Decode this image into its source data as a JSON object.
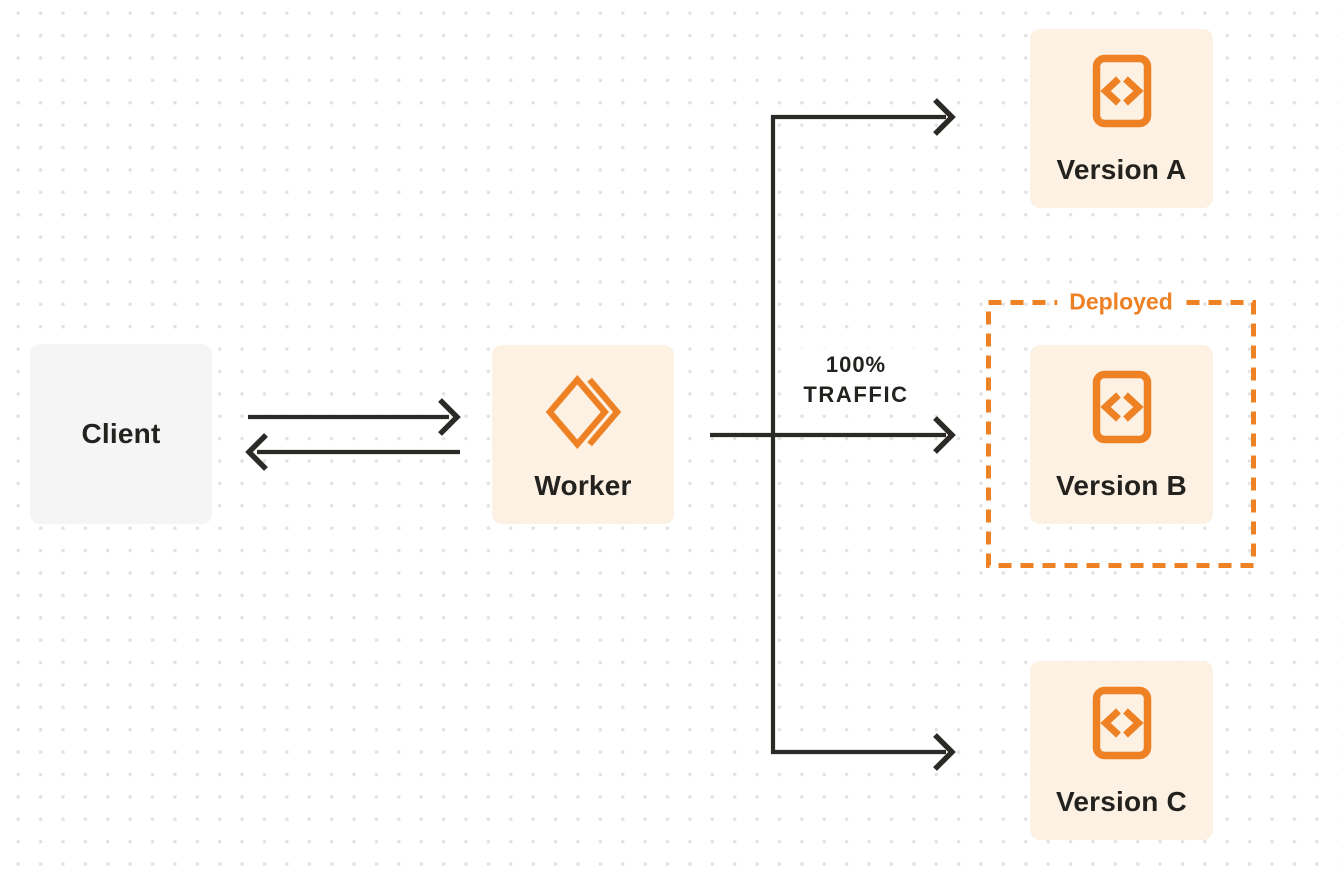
{
  "colors": {
    "accent_orange": "#EE8124",
    "line_dark": "#2B2A27",
    "node_cream_bg": "#FCF1E2",
    "node_gray_bg": "#F5F5F6",
    "dot_gray": "#E2E2E2",
    "text_dark": "#24221F",
    "canvas_bg": "#FFFFFF"
  },
  "nodes": {
    "client": {
      "label": "Client"
    },
    "worker": {
      "label": "Worker",
      "icon": "workers-logo-icon"
    },
    "version_a": {
      "label": "Version A",
      "icon": "code-file-icon"
    },
    "version_b": {
      "label": "Version B",
      "icon": "code-file-icon"
    },
    "version_c": {
      "label": "Version C",
      "icon": "code-file-icon"
    }
  },
  "annotations": {
    "deployed": {
      "label": "Deployed"
    },
    "traffic": {
      "line1": "100%",
      "line2": "TRAFFIC"
    }
  },
  "edges": [
    {
      "from": "client",
      "to": "worker",
      "style": "arrow"
    },
    {
      "from": "worker",
      "to": "client",
      "style": "arrow"
    },
    {
      "from": "worker",
      "to": "version_a",
      "style": "arrow"
    },
    {
      "from": "worker",
      "to": "version_b",
      "style": "arrow",
      "label": "100% TRAFFIC"
    },
    {
      "from": "worker",
      "to": "version_c",
      "style": "arrow"
    }
  ]
}
